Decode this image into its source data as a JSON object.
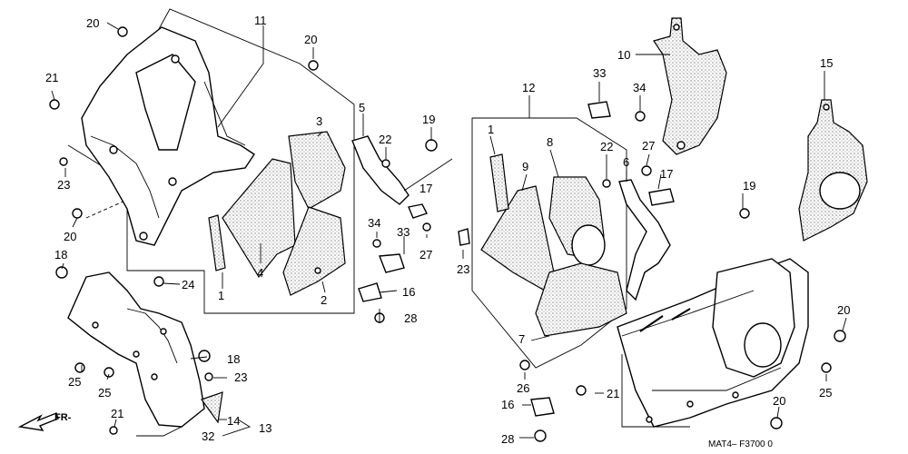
{
  "diagram": {
    "part_labels": {
      "l1": "1",
      "l2": "2",
      "l3": "3",
      "l4": "4",
      "l5": "5",
      "l6": "6",
      "l7": "7",
      "l8": "8",
      "l9": "9",
      "l10": "10",
      "l11": "11",
      "l12": "12",
      "l13": "13",
      "l14": "14",
      "l15": "15",
      "l16": "16",
      "l17": "17",
      "l18": "18",
      "l19": "19",
      "l20": "20",
      "l21": "21",
      "l22": "22",
      "l23": "23",
      "l24": "24",
      "l25": "25",
      "l26": "26",
      "l27": "27",
      "l28": "28",
      "l32": "32",
      "l33": "33",
      "l34": "34"
    },
    "direction_label": "FR-",
    "diagram_code": "MAT4– F3700 0"
  }
}
